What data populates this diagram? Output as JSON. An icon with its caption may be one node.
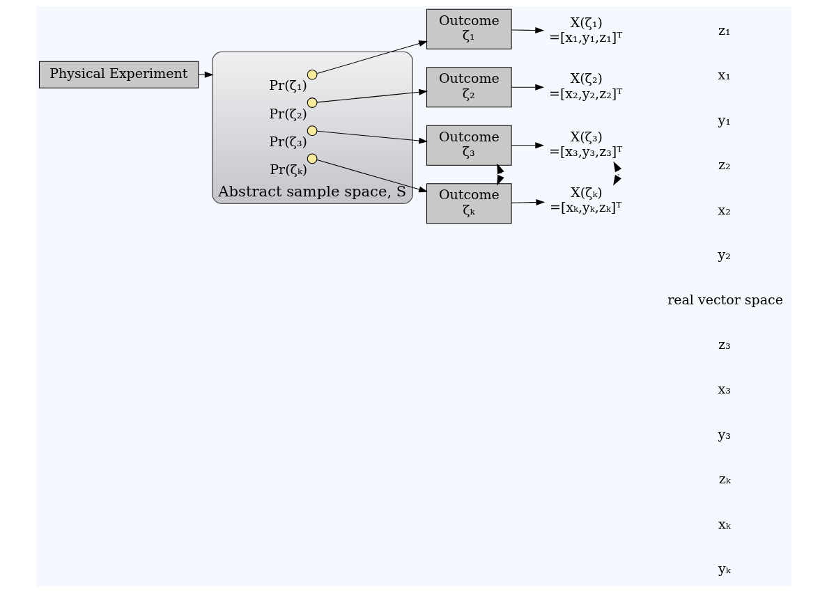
{
  "diagram": {
    "nodes": [
      {
        "text": [
          "Physical Experiment"
        ]
      },
      {
        "text": [
          "Abstract sample space, S"
        ]
      },
      {
        "text": [],
        "shape": "circle",
        "in": 1,
        "beside": [
          "Pr(ζ₁)"
        ]
      },
      {
        "text": [],
        "shape": "circle",
        "in": 1,
        "beside": [
          "Pr(ζ₂)"
        ]
      },
      {
        "text": [],
        "shape": "circle",
        "in": 1,
        "beside": [
          "Pr(ζ₃)"
        ]
      },
      {
        "text": [],
        "shape": "circle",
        "in": 1,
        "beside": [
          "Pr(ζₖ)"
        ]
      },
      {
        "text": [
          "Outcome",
          "ζ₁"
        ]
      },
      {
        "text": [
          "Outcome",
          "ζ₂"
        ]
      },
      {
        "text": [
          "Outcome",
          "ζ₃"
        ]
      },
      {
        "text": [
          "Outcome",
          "ζₖ"
        ]
      },
      {
        "text": [
          "X(ζ₁)",
          "=[x₁,y₁,z₁]ᵀ"
        ]
      },
      {
        "text": [
          "X(ζ₂)",
          "=[x₂,y₂,z₂]ᵀ"
        ]
      },
      {
        "text": [
          "X(ζ₃)",
          "=[x₃,y₃,z₃]ᵀ"
        ]
      },
      {
        "text": [
          "X(ζₖ)",
          "=[xₖ,yₖ,zₖ]ᵀ"
        ]
      }
    ],
    "edges": [
      {
        "from": 0,
        "to": 1,
        "arrow": "to"
      },
      {
        "from": 2,
        "to": 6,
        "arrow": "to"
      },
      {
        "from": 3,
        "to": 7,
        "arrow": "to"
      },
      {
        "from": 4,
        "to": 8,
        "arrow": "to"
      },
      {
        "from": 5,
        "to": 9,
        "arrow": "to"
      },
      {
        "from": 6,
        "to": 10,
        "arrow": "to"
      },
      {
        "from": 7,
        "to": 11,
        "arrow": "to"
      },
      {
        "from": 8,
        "to": 12,
        "arrow": "to"
      },
      {
        "from": 9,
        "to": 13,
        "arrow": "to"
      },
      {
        "from": 8,
        "to": 9,
        "arrow": "both",
        "style": "dashed"
      },
      {
        "from": 12,
        "to": 13,
        "arrow": "both",
        "style": "dashed"
      }
    ],
    "labels": [
      "z₁",
      "x₁",
      "y₁",
      "z₂",
      "x₂",
      "y₂",
      "real vector space",
      "z₃",
      "x₃",
      "y₃",
      "zₖ",
      "xₖ",
      "yₖ"
    ]
  }
}
